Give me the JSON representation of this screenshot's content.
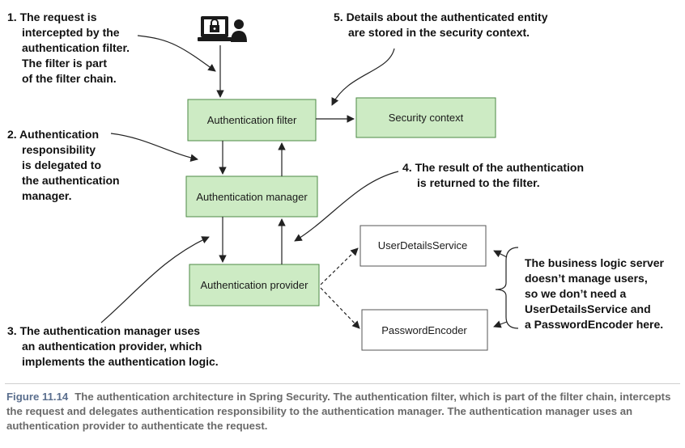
{
  "colors": {
    "green_fill": "#cdebc4",
    "green_stroke": "#4d8a46",
    "white_box_stroke": "#555555",
    "arrow": "#222222",
    "caption_label": "#5b6f8e",
    "caption_text": "#6a6a6a"
  },
  "icons": {
    "user": "user-with-laptop-lock-icon"
  },
  "boxes": {
    "auth_filter": "Authentication filter",
    "security_context": "Security context",
    "auth_manager": "Authentication manager",
    "auth_provider": "Authentication provider",
    "user_details_service": "UserDetailsService",
    "password_encoder": "PasswordEncoder"
  },
  "notes": {
    "n1": [
      "1. The request is",
      "intercepted by the",
      "authentication filter.",
      "The filter is part",
      "of the filter chain."
    ],
    "n2": [
      "2. Authentication",
      "responsibility",
      "is delegated to",
      "the authentication",
      "manager."
    ],
    "n3": [
      "3. The authentication manager uses",
      "an authentication provider, which",
      "implements the authentication logic."
    ],
    "n4": [
      "4. The result of the authentication",
      "is returned to the filter."
    ],
    "n5": [
      "5. Details about the authenticated entity",
      "are stored in the security context."
    ],
    "side": [
      "The business logic server",
      "doesn’t manage users,",
      "so we don’t need a",
      "UserDetailsService and",
      "a PasswordEncoder here."
    ]
  },
  "caption": {
    "label": "Figure 11.14",
    "text": "The authentication architecture in Spring Security. The authentication filter, which is part of the filter chain, intercepts the request and delegates authentication responsibility to the authentication manager. The authentication manager uses an authentication provider to authenticate the request."
  }
}
